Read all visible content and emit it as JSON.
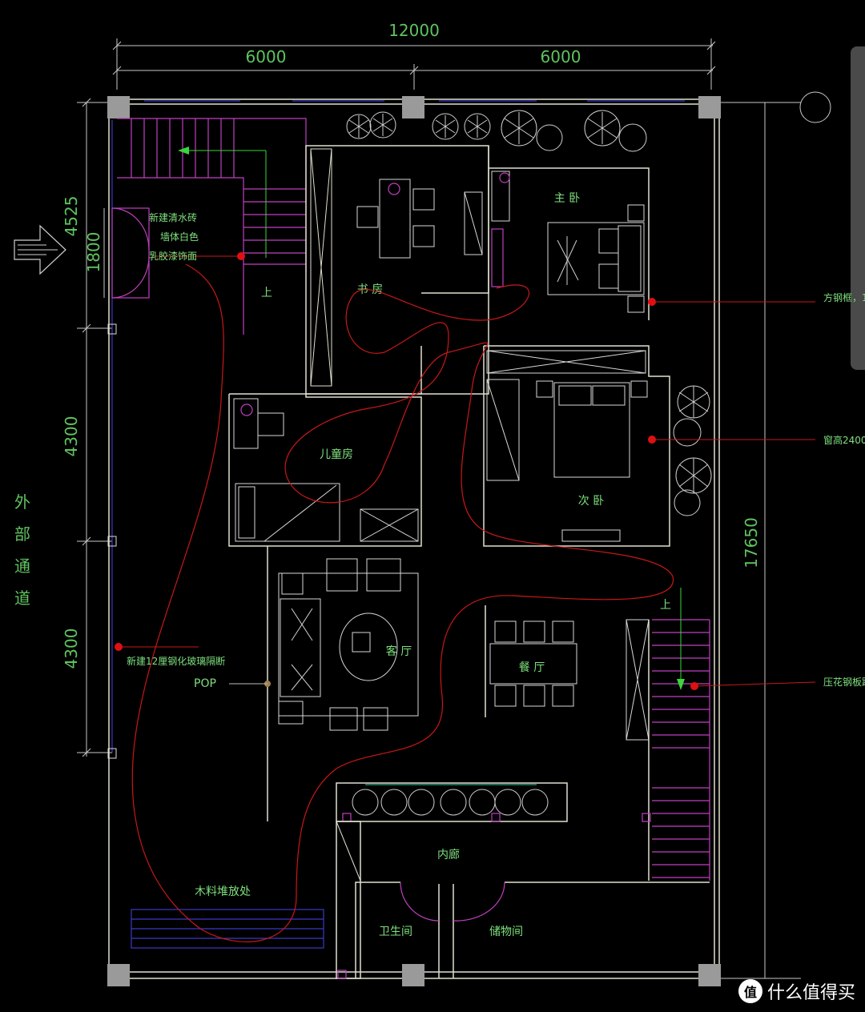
{
  "dimensions": {
    "top_total": "12000",
    "top_left": "6000",
    "top_right": "6000",
    "left_1": "4525",
    "left_1b": "1800",
    "left_2": "4300",
    "left_3": "4300",
    "right_total": "17650"
  },
  "side_label": [
    "外",
    "部",
    "通",
    "道"
  ],
  "rooms": {
    "study": "书  房",
    "master": "主  卧",
    "kids": "儿童房",
    "second": "次  卧",
    "living": "客  厅",
    "dining": "餐  厅",
    "corridor": "内廊",
    "bath": "卫生间",
    "storage": "储物间",
    "wood": "木料堆放处"
  },
  "annotations": {
    "brick1": "新建清水砖",
    "brick2": "墙体白色",
    "brick3": "乳胶漆饰面",
    "glass": "新建12厘钢化玻璃隔断",
    "pop": "POP",
    "steel": "方钢框，1",
    "window": "窗高2400",
    "plate": "压花钢板踏",
    "up_left": "上",
    "up_right": "上"
  },
  "watermark": {
    "icon_char": "值",
    "text": "什么值得买"
  }
}
